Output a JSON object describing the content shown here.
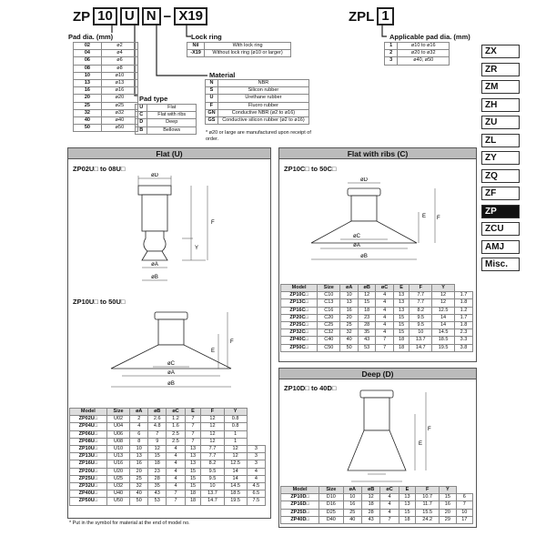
{
  "header": {
    "code_prefix": "ZP",
    "code_size": "10",
    "code_type": "U",
    "code_mat": "N",
    "code_lock": "X19",
    "dash": "−",
    "zpl_prefix": "ZPL",
    "zpl_num": "1"
  },
  "labels": {
    "pad_dia": "Pad dia. (mm)",
    "lock_ring": "Lock ring",
    "material": "Material",
    "pad_type": "Pad type",
    "applicable": "Applicable pad dia. (mm)"
  },
  "pad_dia": [
    [
      "02",
      "ø2"
    ],
    [
      "04",
      "ø4"
    ],
    [
      "06",
      "ø6"
    ],
    [
      "08",
      "ø8"
    ],
    [
      "10",
      "ø10"
    ],
    [
      "13",
      "ø13"
    ],
    [
      "16",
      "ø16"
    ],
    [
      "20",
      "ø20"
    ],
    [
      "25",
      "ø25"
    ],
    [
      "32",
      "ø32"
    ],
    [
      "40",
      "ø40"
    ],
    [
      "50",
      "ø50"
    ]
  ],
  "lock_ring": [
    [
      "Nil",
      "With lock ring"
    ],
    [
      "-X19",
      "Without lock ring (ø10 or larger)"
    ]
  ],
  "material": [
    [
      "N",
      "NBR"
    ],
    [
      "S",
      "Silicon rubber"
    ],
    [
      "U",
      "Urethane rubber"
    ],
    [
      "F",
      "Fluoro rubber"
    ],
    [
      "GN",
      "Conductive NBR (ø2 to ø16)"
    ],
    [
      "GS",
      "Conductive silicon rubber (ø2 to ø16)"
    ]
  ],
  "material_note": "* ø20 or large are manufactured upon receipt of order.",
  "pad_type": [
    [
      "U",
      "Flat"
    ],
    [
      "C",
      "Flat with ribs"
    ],
    [
      "D",
      "Deep"
    ],
    [
      "B",
      "Bellows"
    ]
  ],
  "applicable": [
    [
      "1",
      "ø10 to ø16"
    ],
    [
      "2",
      "ø20 to ø32"
    ],
    [
      "3",
      "ø40, ø50"
    ]
  ],
  "sidebar": [
    "ZX",
    "ZR",
    "ZM",
    "ZH",
    "ZU",
    "ZL",
    "ZY",
    "ZQ",
    "ZF",
    "ZP",
    "ZCU",
    "AMJ",
    "Misc."
  ],
  "flat": {
    "title": "Flat (U)",
    "sub1": "ZP02U□ to 08U□",
    "sub2": "ZP10U□ to 50U□",
    "headers": [
      "Model",
      "Size",
      "øA",
      "øB",
      "øC",
      "E",
      "F",
      "Y"
    ],
    "rows": [
      [
        "ZP02U□",
        "U02",
        "2",
        "2.6",
        "1.2",
        "7",
        "12",
        "0.8"
      ],
      [
        "ZP04U□",
        "U04",
        "4",
        "4.8",
        "1.6",
        "7",
        "12",
        "0.8"
      ],
      [
        "ZP06U□",
        "U06",
        "6",
        "7",
        "2.5",
        "7",
        "12",
        "1"
      ],
      [
        "ZP08U□",
        "U08",
        "8",
        "9",
        "2.5",
        "7",
        "12",
        "1"
      ],
      [
        "ZP10U□",
        "U10",
        "10",
        "12",
        "4",
        "13",
        "7.7",
        "12",
        "3"
      ],
      [
        "ZP13U□",
        "U13",
        "13",
        "15",
        "4",
        "13",
        "7.7",
        "12",
        "3"
      ],
      [
        "ZP16U□",
        "U16",
        "16",
        "18",
        "4",
        "13",
        "8.2",
        "12.5",
        "3"
      ],
      [
        "ZP20U□",
        "U20",
        "20",
        "23",
        "4",
        "15",
        "9.5",
        "14",
        "4"
      ],
      [
        "ZP25U□",
        "U25",
        "25",
        "28",
        "4",
        "15",
        "9.5",
        "14",
        "4"
      ],
      [
        "ZP32U□",
        "U32",
        "32",
        "35",
        "4",
        "15",
        "10",
        "14.5",
        "4.5"
      ],
      [
        "ZP40U□",
        "U40",
        "40",
        "43",
        "7",
        "18",
        "13.7",
        "18.5",
        "6.5"
      ],
      [
        "ZP50U□",
        "U50",
        "50",
        "53",
        "7",
        "18",
        "14.7",
        "19.5",
        "7.5"
      ]
    ],
    "note": "* Put in the symbol for material at the end of model no."
  },
  "ribs": {
    "title": "Flat with ribs (C)",
    "sub": "ZP10C□ to 50C□",
    "headers": [
      "Model",
      "Size",
      "øA",
      "øB",
      "øC",
      "E",
      "F",
      "Y"
    ],
    "rows": [
      [
        "ZP10C□",
        "C10",
        "10",
        "12",
        "4",
        "13",
        "7.7",
        "12",
        "1.7"
      ],
      [
        "ZP13C□",
        "C13",
        "13",
        "15",
        "4",
        "13",
        "7.7",
        "12",
        "1.8"
      ],
      [
        "ZP16C□",
        "C16",
        "16",
        "18",
        "4",
        "13",
        "8.2",
        "12.5",
        "1.2"
      ],
      [
        "ZP20C□",
        "C20",
        "20",
        "23",
        "4",
        "15",
        "9.5",
        "14",
        "1.7"
      ],
      [
        "ZP25C□",
        "C25",
        "25",
        "28",
        "4",
        "15",
        "9.5",
        "14",
        "1.8"
      ],
      [
        "ZP32C□",
        "C32",
        "32",
        "35",
        "4",
        "15",
        "10",
        "14.5",
        "2.3"
      ],
      [
        "ZP40C□",
        "C40",
        "40",
        "43",
        "7",
        "18",
        "13.7",
        "18.5",
        "3.3"
      ],
      [
        "ZP50C□",
        "C50",
        "50",
        "53",
        "7",
        "18",
        "14.7",
        "19.5",
        "3.8"
      ]
    ]
  },
  "deep": {
    "title": "Deep (D)",
    "sub": "ZP10D□ to 40D□",
    "headers": [
      "Model",
      "Size",
      "øA",
      "øB",
      "øC",
      "E",
      "F",
      "Y"
    ],
    "rows": [
      [
        "ZP10D□",
        "D10",
        "10",
        "12",
        "4",
        "13",
        "10.7",
        "15",
        "6"
      ],
      [
        "ZP16D□",
        "D16",
        "16",
        "18",
        "4",
        "13",
        "11.7",
        "16",
        "7"
      ],
      [
        "ZP25D□",
        "D25",
        "25",
        "28",
        "4",
        "15",
        "15.5",
        "20",
        "10"
      ],
      [
        "ZP40D□",
        "D40",
        "40",
        "43",
        "7",
        "18",
        "24.2",
        "29",
        "17"
      ]
    ]
  },
  "dims": {
    "D": "øD",
    "A": "øA",
    "B": "øB",
    "C": "øC",
    "E": "E",
    "F": "F",
    "Y": "Y"
  }
}
